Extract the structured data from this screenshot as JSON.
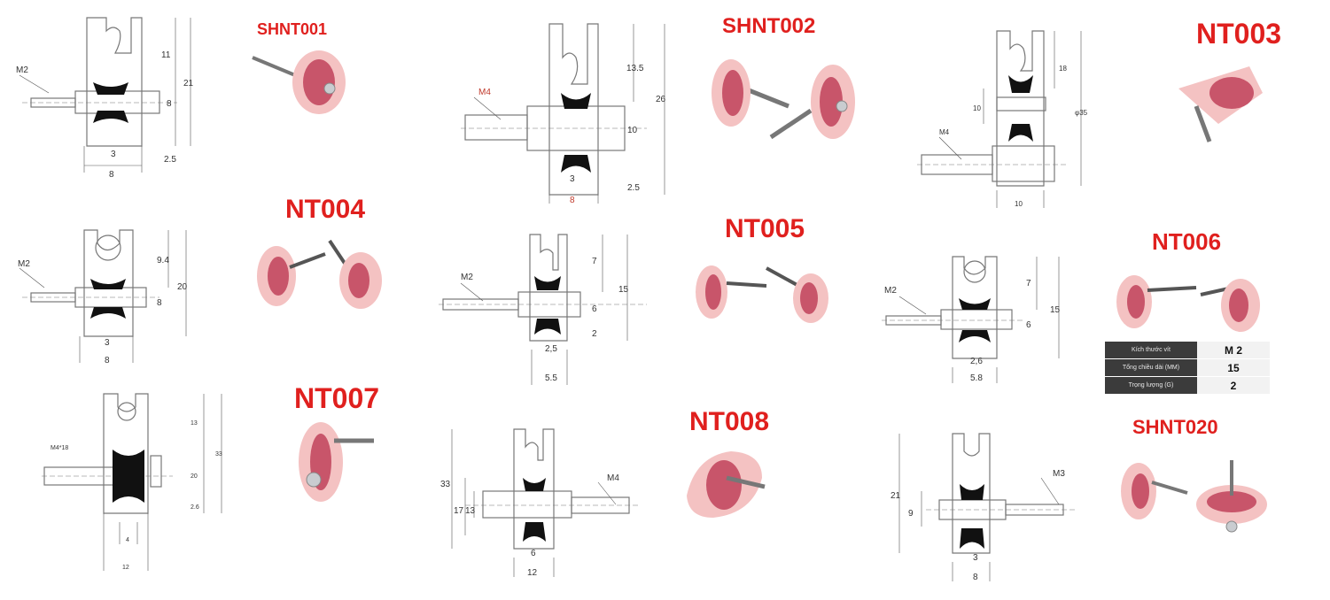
{
  "products": [
    {
      "code": "SHNT001",
      "shaft_label": "M2",
      "dims": [
        "11",
        "21",
        "8",
        "2.5",
        "3",
        "8"
      ]
    },
    {
      "code": "SHNT002",
      "shaft_label": "M4",
      "dims": [
        "13.5",
        "26",
        "10",
        "2.5",
        "3",
        "8"
      ]
    },
    {
      "code": "NT003",
      "shaft_label": "M4",
      "dims": [
        "18",
        "10",
        "φ35",
        "10"
      ]
    },
    {
      "code": "NT004",
      "shaft_label": "M2",
      "dims": [
        "9.4",
        "20",
        "8",
        "3",
        "8"
      ]
    },
    {
      "code": "NT005",
      "shaft_label": "M2",
      "dims": [
        "7",
        "15",
        "6",
        "2",
        "2,5",
        "5.5"
      ]
    },
    {
      "code": "NT006",
      "shaft_label": "M2",
      "dims": [
        "7",
        "15",
        "6",
        "2,6",
        "5.8"
      ]
    },
    {
      "code": "NT007",
      "shaft_label": "M4*18",
      "dims": [
        "13",
        "33",
        "20",
        "2.6",
        "4",
        "12"
      ]
    },
    {
      "code": "NT008",
      "shaft_label": "M4",
      "dims": [
        "33",
        "17",
        "13",
        "6",
        "12"
      ]
    },
    {
      "code": "SHNT020",
      "shaft_label": "M3",
      "dims": [
        "21",
        "9",
        "3",
        "8"
      ]
    }
  ],
  "spec_table": {
    "rows": [
      {
        "key": "Kích thước vít",
        "value": "M 2"
      },
      {
        "key": "Tổng chiều dài (MM)",
        "value": "15"
      },
      {
        "key": "Trọng lượng (G)",
        "value": "2"
      }
    ]
  },
  "colors": {
    "title_red": "#e0201e",
    "ceramic_pink": "#f4c2c2",
    "groove_red": "#c8556a",
    "steel": "#9aa0a6",
    "line": "#555555"
  }
}
